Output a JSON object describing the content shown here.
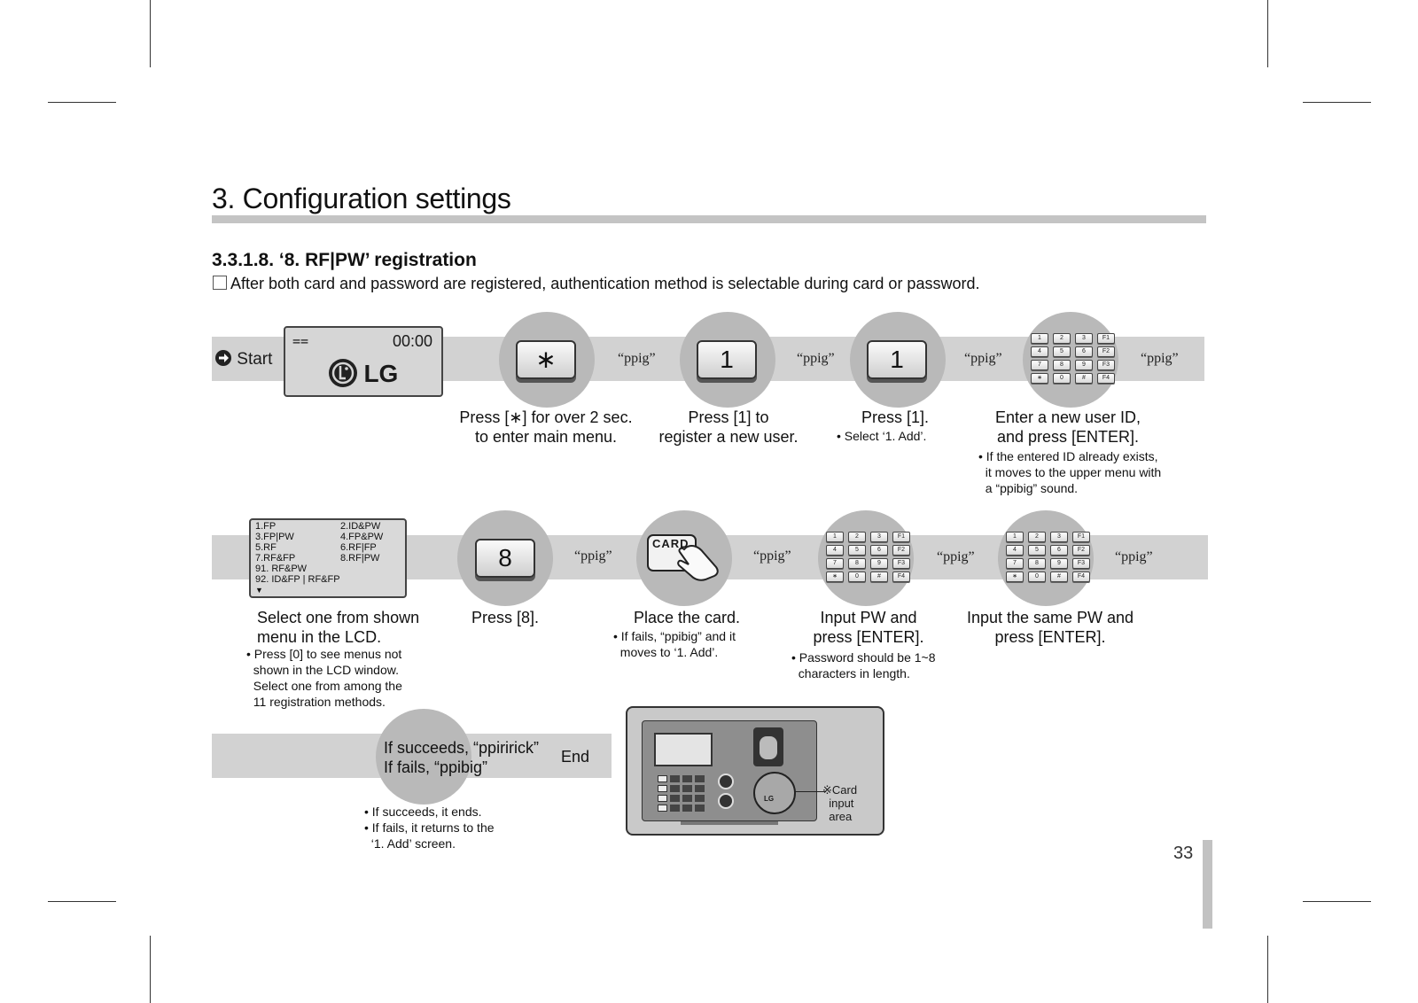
{
  "heading": {
    "section_title": "3. Configuration settings",
    "subsection_title": "3.3.1.8. ‘8. RF|PW’ registration",
    "intro": "After both card and password are registered, authentication method is selectable during card or password."
  },
  "row1": {
    "start_label": "Start",
    "lcd": {
      "left_text": "==",
      "time": "00:00",
      "brand": "LG"
    },
    "keys": {
      "star": "∗",
      "one_a": "1",
      "one_b": "1"
    },
    "sound": "“ppig”",
    "captions": {
      "step1": "Press [∗] for over 2 sec.\nto enter main menu.",
      "step2": "Press [1] to\nregister a new user.",
      "step3": "Press [1].",
      "step3_note": "• Select ‘1. Add’.",
      "step4": "Enter a new user ID,\nand press [ENTER].",
      "step4_note": "• If the entered ID already exists,\n  it moves to the upper menu with\n  a “ppibig” sound."
    }
  },
  "row2": {
    "menu_lcd": {
      "left_items": [
        "1.FP",
        "3.FP|PW",
        "5.RF",
        "7.RF&FP",
        "91. RF&PW",
        "92. ID&FP | RF&FP"
      ],
      "right_items": [
        "2.ID&PW",
        "4.FP&PW",
        "6.RF|FP",
        "8.RF|PW"
      ],
      "more_arrow": "▼"
    },
    "key8": "8",
    "card_label": "CARD",
    "sound": "“ppig”",
    "captions": {
      "step5": "Select one from shown\nmenu in the LCD.",
      "step5_note": "• Press [0] to see menus not\n  shown in the LCD window.\n  Select one from among the\n  11 registration methods.",
      "step6": "Press [8].",
      "step7": "Place the card.",
      "step7_note": "• If fails, “ppibig” and it\n  moves to ‘1. Add’.",
      "step8": "Input PW and\npress [ENTER].",
      "step8_note": "• Password should be 1~8\n  characters in length.",
      "step9": "Input the same PW and\npress [ENTER]."
    }
  },
  "row3": {
    "result": "If succeeds, “ppiririck”\nIf fails, “ppibig”",
    "end_label": "End",
    "result_note": "• If succeeds, it ends.\n• If fails, it returns to the\n  ‘1. Add’ screen.",
    "device_callout": "※Card\n  input\n  area",
    "device_brand": "LG"
  },
  "keypad_keys": [
    "1",
    "2",
    "3",
    "F1",
    "4",
    "5",
    "6",
    "F2",
    "7",
    "8",
    "9",
    "F3",
    "∗",
    "0",
    "#",
    "F4"
  ],
  "page_number": "33"
}
